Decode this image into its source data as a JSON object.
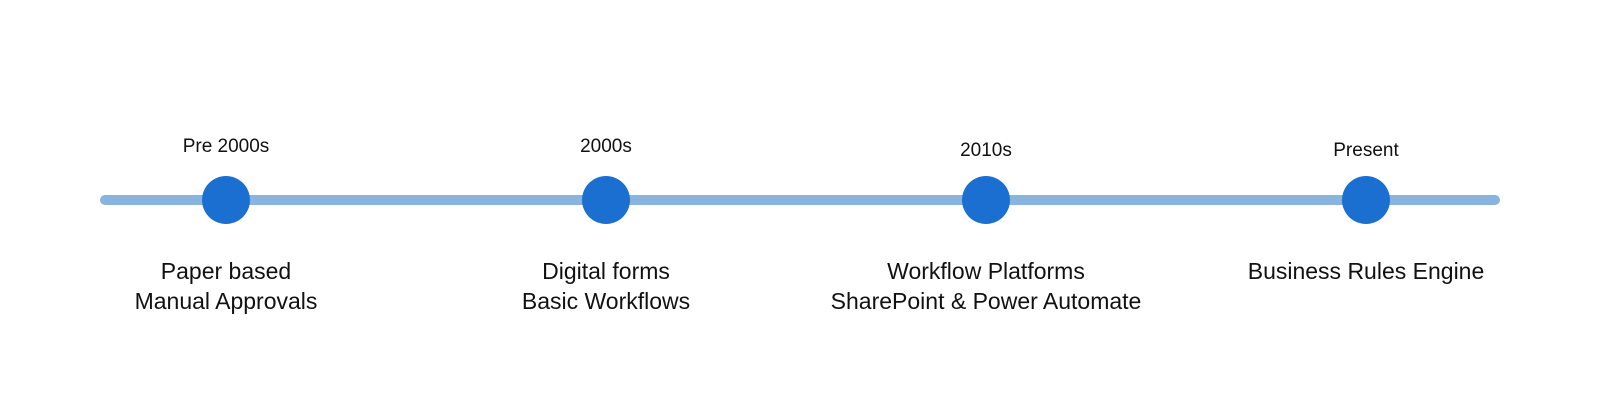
{
  "timeline": {
    "colors": {
      "track": "#8ab4e0",
      "dot": "#1a6fd1",
      "text": "#111111"
    },
    "milestones": [
      {
        "period": "Pre 2000s",
        "lines": [
          "Paper based",
          "Manual Approvals"
        ]
      },
      {
        "period": "2000s",
        "lines": [
          "Digital forms",
          "Basic Workflows"
        ]
      },
      {
        "period": "2010s",
        "lines": [
          "Workflow Platforms",
          "SharePoint & Power Automate"
        ]
      },
      {
        "period": "Present",
        "lines": [
          "Business Rules Engine"
        ]
      }
    ]
  }
}
